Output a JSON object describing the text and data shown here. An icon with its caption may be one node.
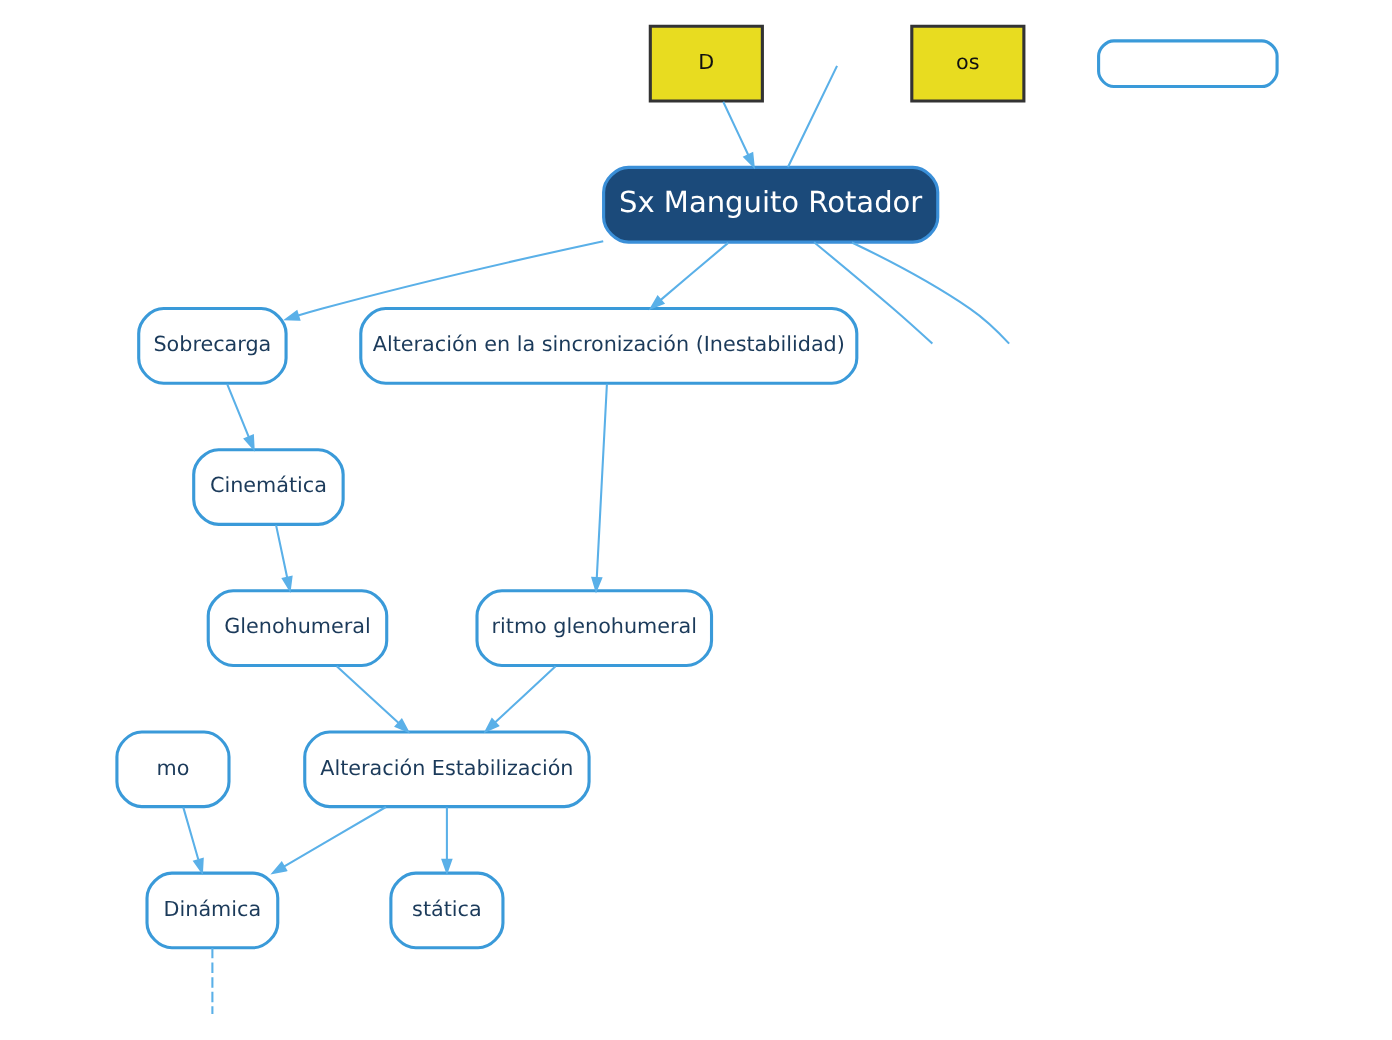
{
  "diagram": {
    "nodes": [
      {
        "text": [
          "Sx Manguito Rotador"
        ]
      },
      {
        "text": [
          "Sobrecarga"
        ]
      },
      {
        "text": [
          "Cinemática"
        ]
      },
      {
        "text": [
          "Glenohumeral"
        ]
      },
      {
        "text": [
          "Alteración en la sincronización (Inestabilidad)"
        ]
      },
      {
        "text": [
          "ritmo glenohumeral"
        ]
      },
      {
        "text": [
          "Alteración Estabilización"
        ]
      },
      {
        "text": [
          "stática"
        ]
      },
      {
        "text": [
          "Dinámica"
        ]
      },
      {
        "text": [
          "mo"
        ]
      },
      {
        "text": [
          "D"
        ]
      },
      {
        "text": [
          "os"
        ]
      },
      {
        "text": [],
        "shape": "box"
      }
    ],
    "edges": [
      {
        "from": 10,
        "to": 0,
        "arrow": "to"
      },
      {
        "from": null,
        "to": 0,
        "arrow": "none"
      },
      {
        "from": 0,
        "to": null,
        "arrow": "none"
      },
      {
        "from": 0,
        "to": null,
        "arrow": "none"
      },
      {
        "from": 0,
        "to": 1,
        "arrow": "to"
      },
      {
        "from": 0,
        "to": 4,
        "arrow": "to"
      },
      {
        "from": 1,
        "to": 2,
        "arrow": "to"
      },
      {
        "from": 2,
        "to": 3,
        "arrow": "to"
      },
      {
        "from": 4,
        "to": 5,
        "arrow": "to"
      },
      {
        "from": 3,
        "to": 6,
        "arrow": "to"
      },
      {
        "from": 5,
        "to": 6,
        "arrow": "to"
      },
      {
        "from": 6,
        "to": 7,
        "arrow": "to"
      },
      {
        "from": 6,
        "to": 8,
        "arrow": "to"
      },
      {
        "from": 9,
        "to": 8,
        "arrow": "to"
      },
      {
        "from": 8,
        "to": null,
        "arrow": "none",
        "style": "dashed"
      }
    ]
  }
}
